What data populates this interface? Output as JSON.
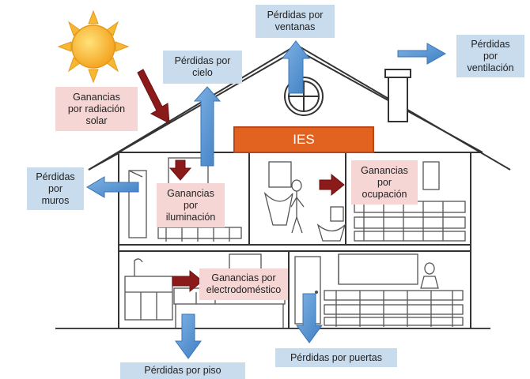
{
  "ies_label": "IES",
  "losses": {
    "windows": [
      "Pérdidas por",
      "ventanas"
    ],
    "ventilation": [
      "Pérdidas",
      "por",
      "ventilación"
    ],
    "ceiling": [
      "Pérdidas por",
      "cielo"
    ],
    "walls": [
      "Pérdidas",
      "por",
      "muros"
    ],
    "floor": [
      "Pérdidas por piso"
    ],
    "doors": [
      "Pérdidas por puertas"
    ]
  },
  "gains": {
    "solar": [
      "Ganancias",
      "por radiación",
      "solar"
    ],
    "lighting": [
      "Ganancias",
      "por",
      "iluminación"
    ],
    "occupancy": [
      "Ganancias",
      "por",
      "ocupación"
    ],
    "appliances": [
      "Ganancias por",
      "electrodoméstico"
    ]
  },
  "colors": {
    "loss_arrow": "#4f8fd1",
    "gain_arrow": "#8b1a1a",
    "loss_label_bg": "#c9dcee",
    "gain_label_bg": "#f6d6d4",
    "ies_bg": "#e2621f",
    "sun": "#f5a623"
  }
}
